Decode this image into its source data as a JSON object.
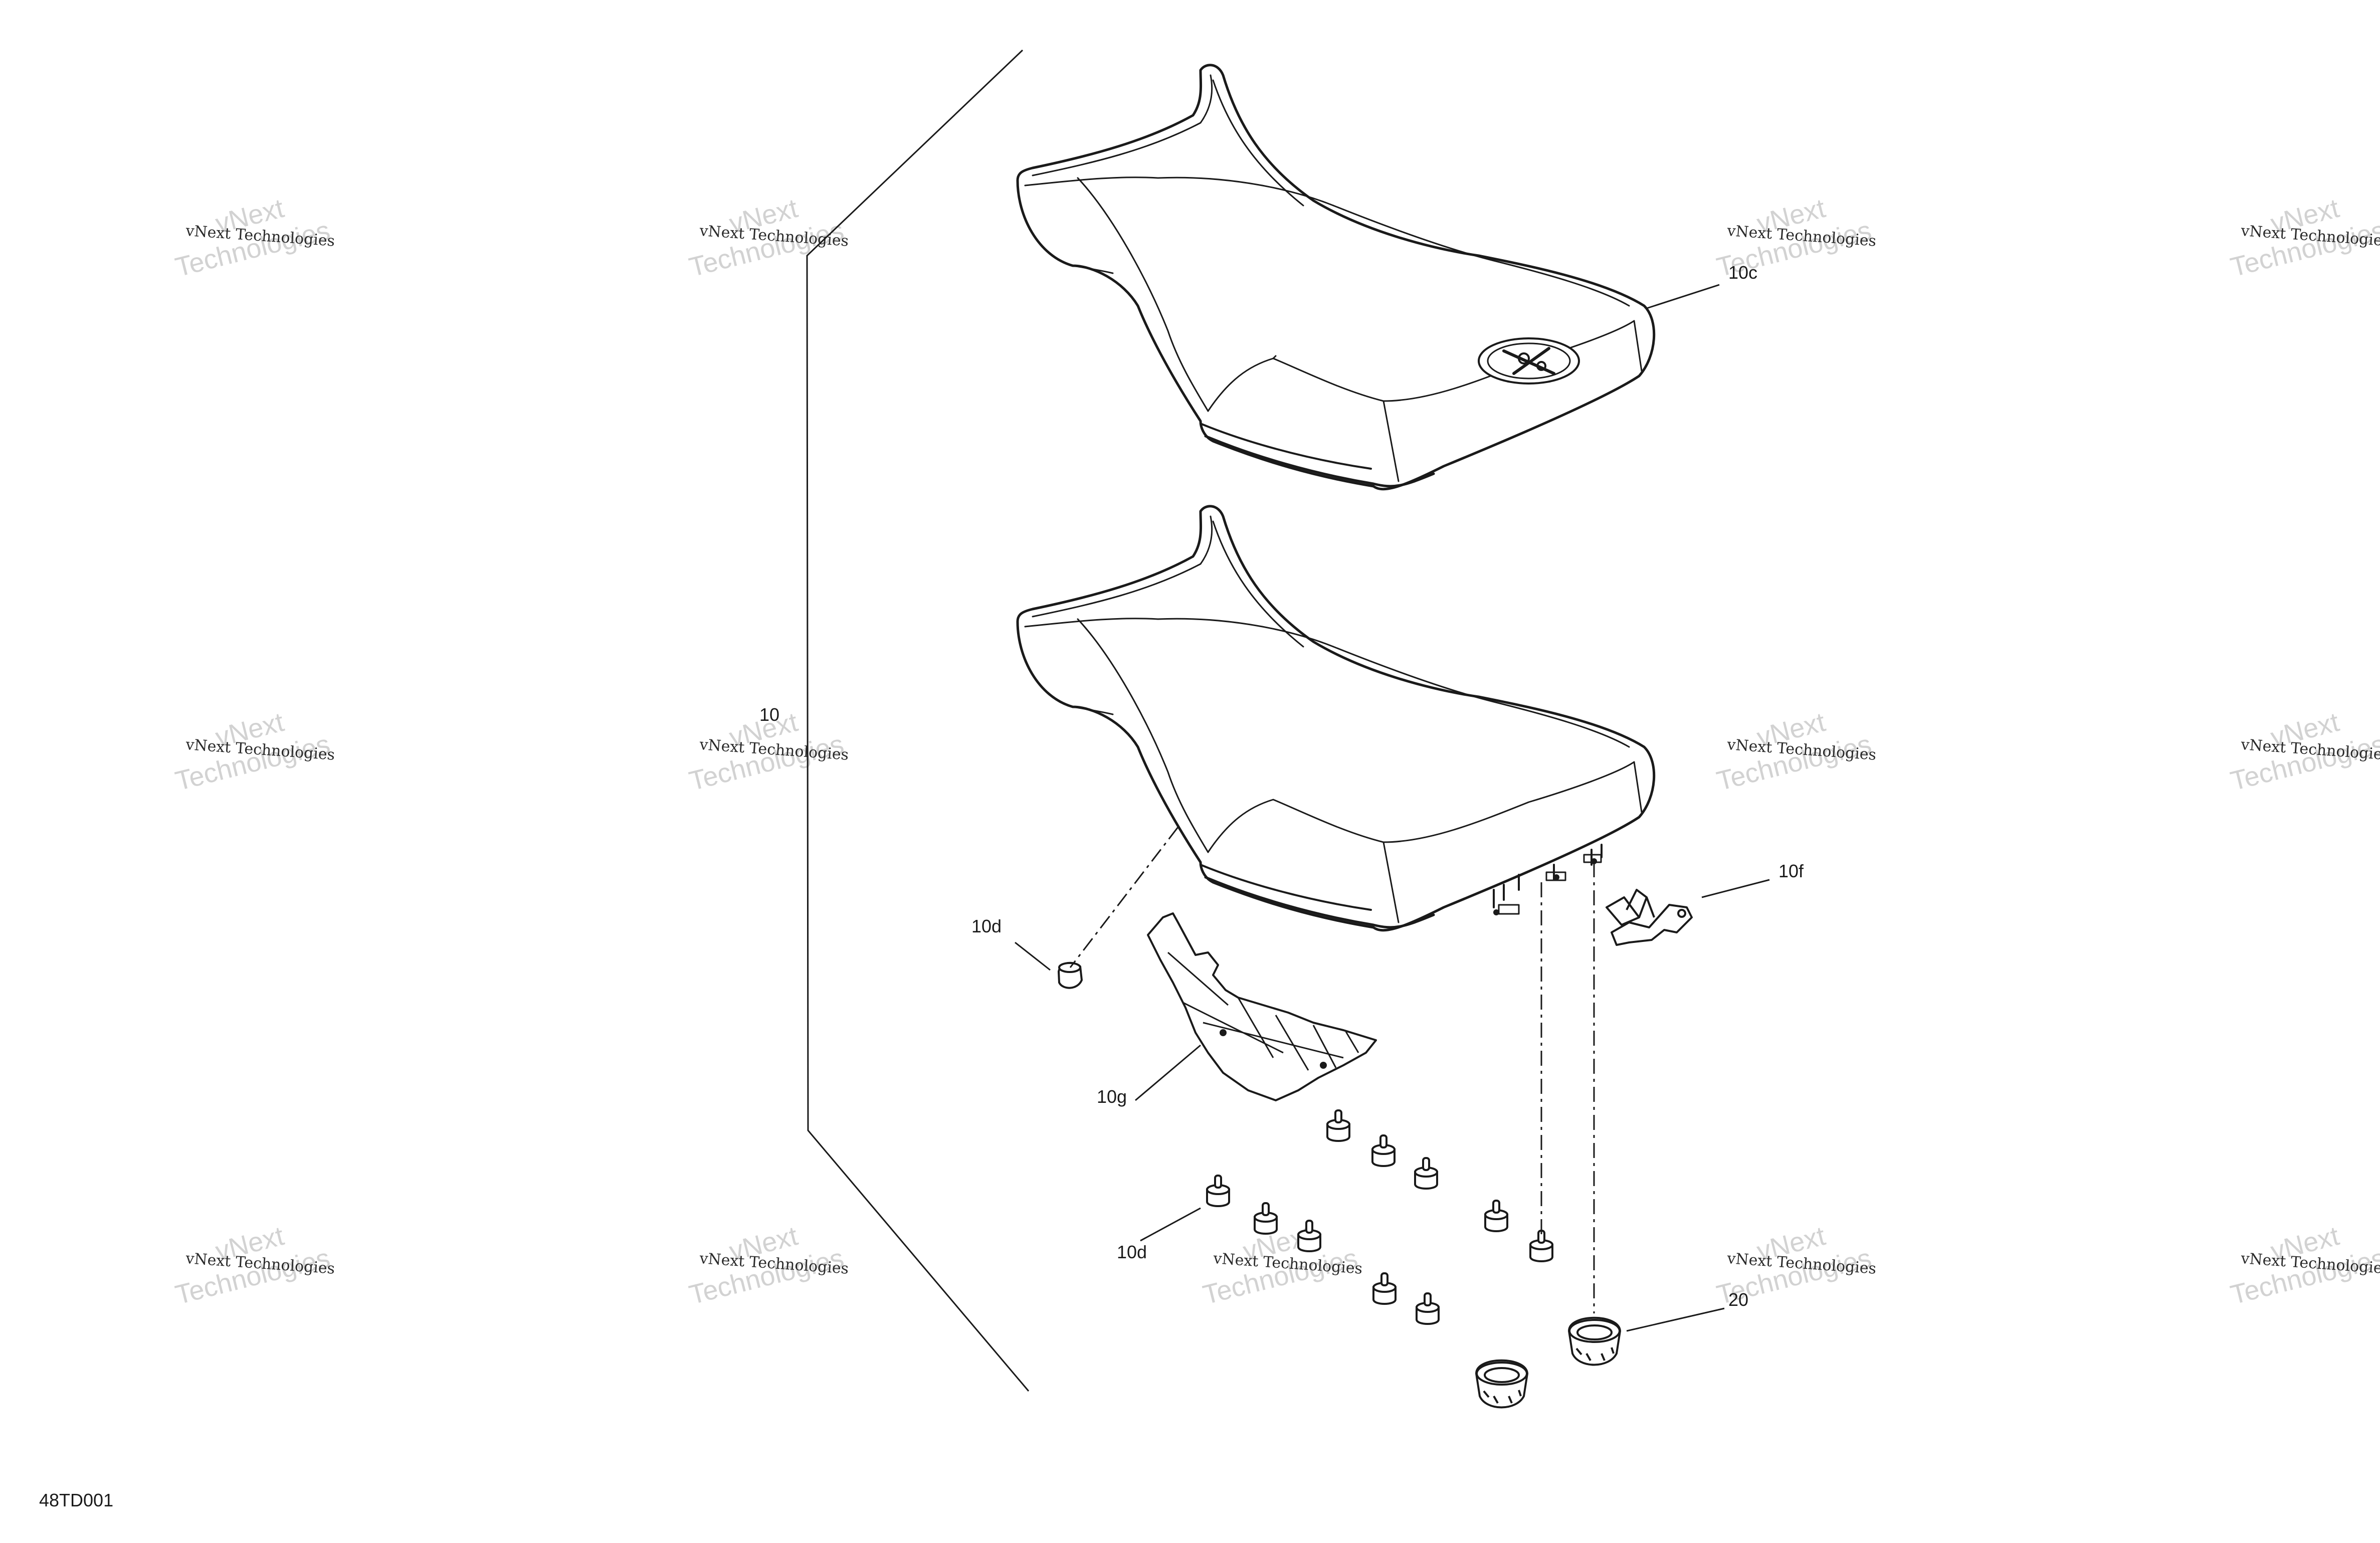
{
  "diagram": {
    "code": "48TD001",
    "callouts": {
      "c10": "10",
      "c10c": "10c",
      "c10d_upper": "10d",
      "c10d_lower": "10d",
      "c10f": "10f",
      "c10g": "10g",
      "c20": "20"
    }
  },
  "watermark": {
    "line_small": "vNext Technologies",
    "big_top": "vNext",
    "big_bottom": "Technologies"
  },
  "colors": {
    "ink": "#1a1a1a",
    "watermark": "#c9c9c9"
  }
}
